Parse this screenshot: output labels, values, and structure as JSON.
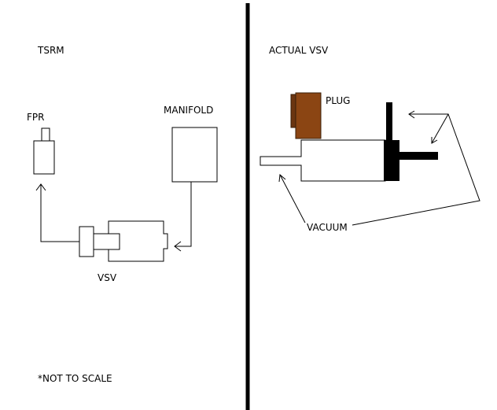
{
  "left_panel": {
    "title": "TSRM",
    "fpr_label": "FPR",
    "manifold_label": "MANIFOLD",
    "vsv_label": "VSV",
    "note": "*NOT TO SCALE"
  },
  "right_panel": {
    "title": "ACTUAL VSV",
    "plug_label": "PLUG",
    "vacuum_label": "VACUUM"
  },
  "colors": {
    "background": "#ffffff",
    "ink": "#000000",
    "plug_fill": "#8b4513",
    "plug_outline": "#3a1f0a",
    "vsv_connector": "#000000"
  }
}
